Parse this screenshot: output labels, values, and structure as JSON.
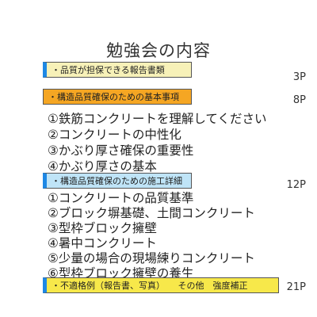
{
  "title": "勉強会の内容",
  "sections": [
    {
      "label": "・品質が担保できる報告書類",
      "page": "3P"
    },
    {
      "label": "・構造品質確保のための基本事項",
      "page": "8P"
    },
    {
      "label": "・構造品質確保のための施工詳細",
      "page": "12P"
    },
    {
      "label": "・不適格例（報告書、写真）　　その他　強度補正",
      "page": "21P"
    }
  ],
  "basics": [
    "①鉄筋コンクリートを理解してください",
    "②コンクリートの中性化",
    "③かぶり厚さ確保の重要性",
    "④かぶり厚さの基本"
  ],
  "details": [
    "①コンクリートの品質基準",
    "②ブロック塀基礎、土間コンクリート",
    "③型枠ブロック擁壁",
    "④暑中コンクリート",
    "⑤少量の場合の現場練りコンクリート",
    "⑥型枠ブロック擁壁の養生"
  ],
  "colors": {
    "sec_yellow": "#f7f1b8",
    "sec_orange": "#f5a623",
    "sec_blue": "#bfe4f7",
    "sec_bright_yellow": "#f7e84a",
    "accent_blue": "#1e88e5"
  }
}
